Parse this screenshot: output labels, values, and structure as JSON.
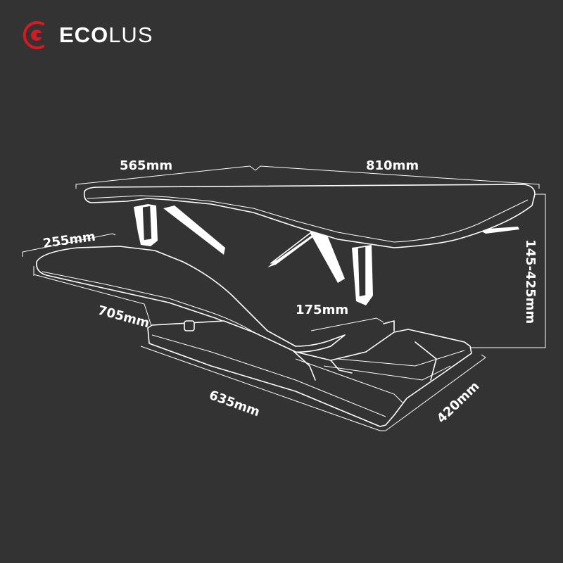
{
  "brand": {
    "name_bold": "ECO",
    "name_light": "LUS",
    "logo_icon": "ecolus-c-logo-icon",
    "accent": "#d71920"
  },
  "background": "#333333",
  "dimensions": {
    "top_left_width": "565mm",
    "top_right_width": "810mm",
    "keyboard_depth": "255mm",
    "keyboard_width": "705mm",
    "base_height": "175mm",
    "height_range": "145-425mm",
    "base_width": "635mm",
    "base_depth": "420mm"
  }
}
